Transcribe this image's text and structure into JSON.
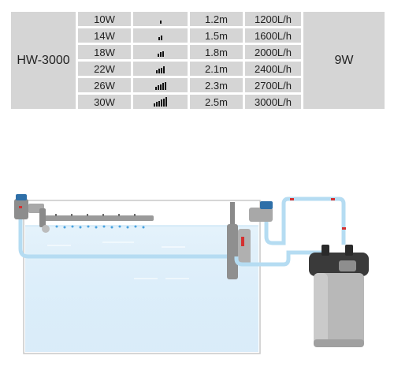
{
  "spec_table": {
    "model": "HW-3000",
    "pump_power": "9W",
    "rows": [
      {
        "watt": "10W",
        "level": 1,
        "head": "1.2m",
        "flow": "1200L/h"
      },
      {
        "watt": "14W",
        "level": 2,
        "head": "1.5m",
        "flow": "1600L/h"
      },
      {
        "watt": "18W",
        "level": 3,
        "head": "1.8m",
        "flow": "2000L/h"
      },
      {
        "watt": "22W",
        "level": 4,
        "head": "2.1m",
        "flow": "2400L/h"
      },
      {
        "watt": "26W",
        "level": 5,
        "head": "2.3m",
        "flow": "2700L/h"
      },
      {
        "watt": "30W",
        "level": 6,
        "head": "2.5m",
        "flow": "3000L/h"
      }
    ]
  },
  "colors": {
    "table_cell": "#d5d5d5",
    "water": "#dceefa",
    "pipe": "#b5dcf2",
    "flow_marker": "#d43030",
    "filter_body": "#b8b8b8"
  },
  "icons": [
    "flow-level-icon",
    "flow-direction-arrow-icon",
    "spray-bar-icon",
    "canister-filter-icon",
    "intake-strainer-icon"
  ]
}
